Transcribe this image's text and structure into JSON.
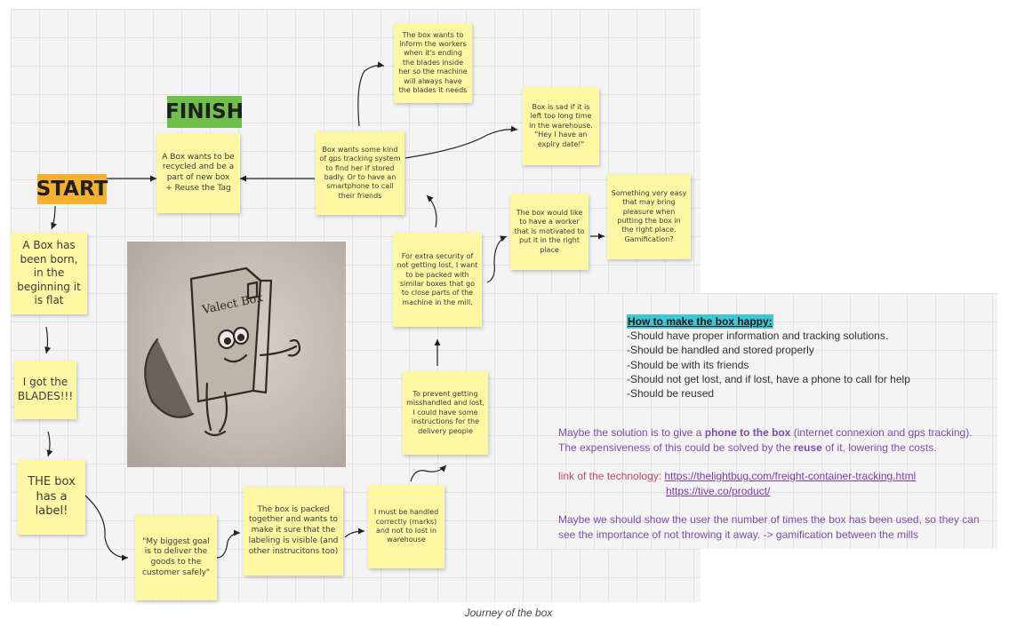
{
  "labels": {
    "finish": "FINISH",
    "start": "START"
  },
  "notes": {
    "finish_note": "A Box wants to be recycled and be a part of new box\n+ Reuse the Tag",
    "born": "A Box has been born, in the beginning it is flat",
    "blades": "I got the BLADES!!!",
    "label": "THE box has a label!",
    "goal": "\"My biggest goal is to deliver the goods to the customer safely\"",
    "packed": "The box is packed together and wants to make it sure that the labeling is visible (and other instrucitons too)",
    "handled": "I must be handled correctly (marks) and not to lost in warehouse",
    "prevent": "To prevent getting misshandled and lost, I could have some instructions for the delivery people",
    "security": "For extra security of not getting lost, I want to be packed with similar boxes that go to close parts of the machine in the mill.",
    "gps": "Box wants some kind of gps tracking system to find her if stored badly. Or to have an smartphone to call their friends",
    "blades_inform": "The box wants to inform the workers when it's ending the blades inside her so the machine will always have the blades it needs",
    "sad": "Box is sad if it is left too long time in the warehouse. \"Hey I have an expiry date!\"",
    "worker": "The box would like to have a worker that is motivated to put it in the right place",
    "easy": "Something very easy that may bring pleasure when putting the box in the right place. Gamification?"
  },
  "photo": {
    "sketch_text": "Valect Box",
    "icon": "box-character-sketch"
  },
  "happy": {
    "title": "How to make the box happy:",
    "items": [
      "-Should have proper information and tracking solutions.",
      "-Should be handled and stored properly",
      "-Should be with its friends",
      "-Should not get lost, and if lost, have a phone to call for help",
      "-Should be reused"
    ]
  },
  "solution": {
    "part1": "Maybe the solution is to give a ",
    "bold1": "phone to the box",
    "part2": " (internet connexion and gps tracking).",
    "line2_a": "The expensiveness of this could be solved by the ",
    "bold2": "reuse",
    "line2_b": " of it, lowering the costs."
  },
  "tech": {
    "label": "link of the technology: ",
    "link1": "https://thelightbug.com/freight-container-tracking.html",
    "link2": "https://tive.co/product/"
  },
  "maybe": "Maybe we should show the user the number of times the box has been used, so they can see the importance of not throwing it away.  -> gamification between the mills",
  "caption": "Journey of the box",
  "colors": {
    "sticky": "#fdf6a2",
    "finish": "#6fc04a",
    "start": "#f3b12d",
    "highlight": "#41c6d4",
    "purple_text": "#7b4fa8",
    "pink_text": "#c2466a"
  }
}
